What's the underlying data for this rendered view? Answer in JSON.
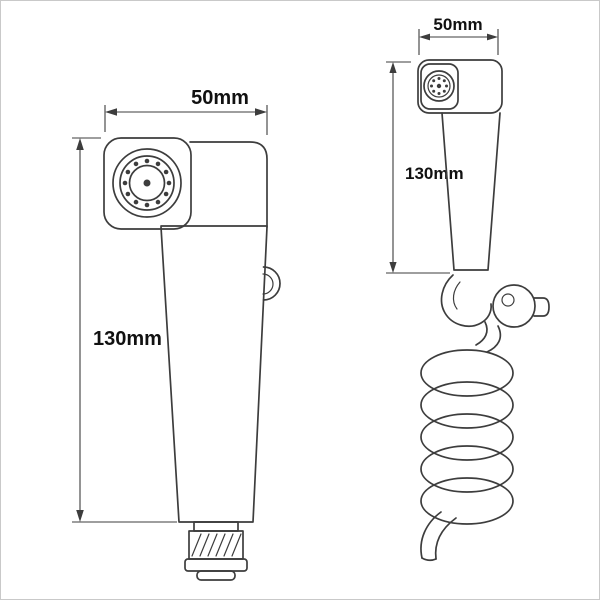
{
  "drawing": {
    "type": "technical-dimension-diagram",
    "subject": "handheld sprayer with wall bracket and coiled hose, front and side views",
    "views": {
      "front": {
        "width_label": "50mm",
        "height_label": "130mm"
      },
      "side": {
        "width_label": "50mm",
        "height_label": "130mm"
      }
    },
    "colors": {
      "line": "#3d3d3d",
      "label": "#111111",
      "background": "#ffffff",
      "border": "#c9c9c9"
    }
  }
}
